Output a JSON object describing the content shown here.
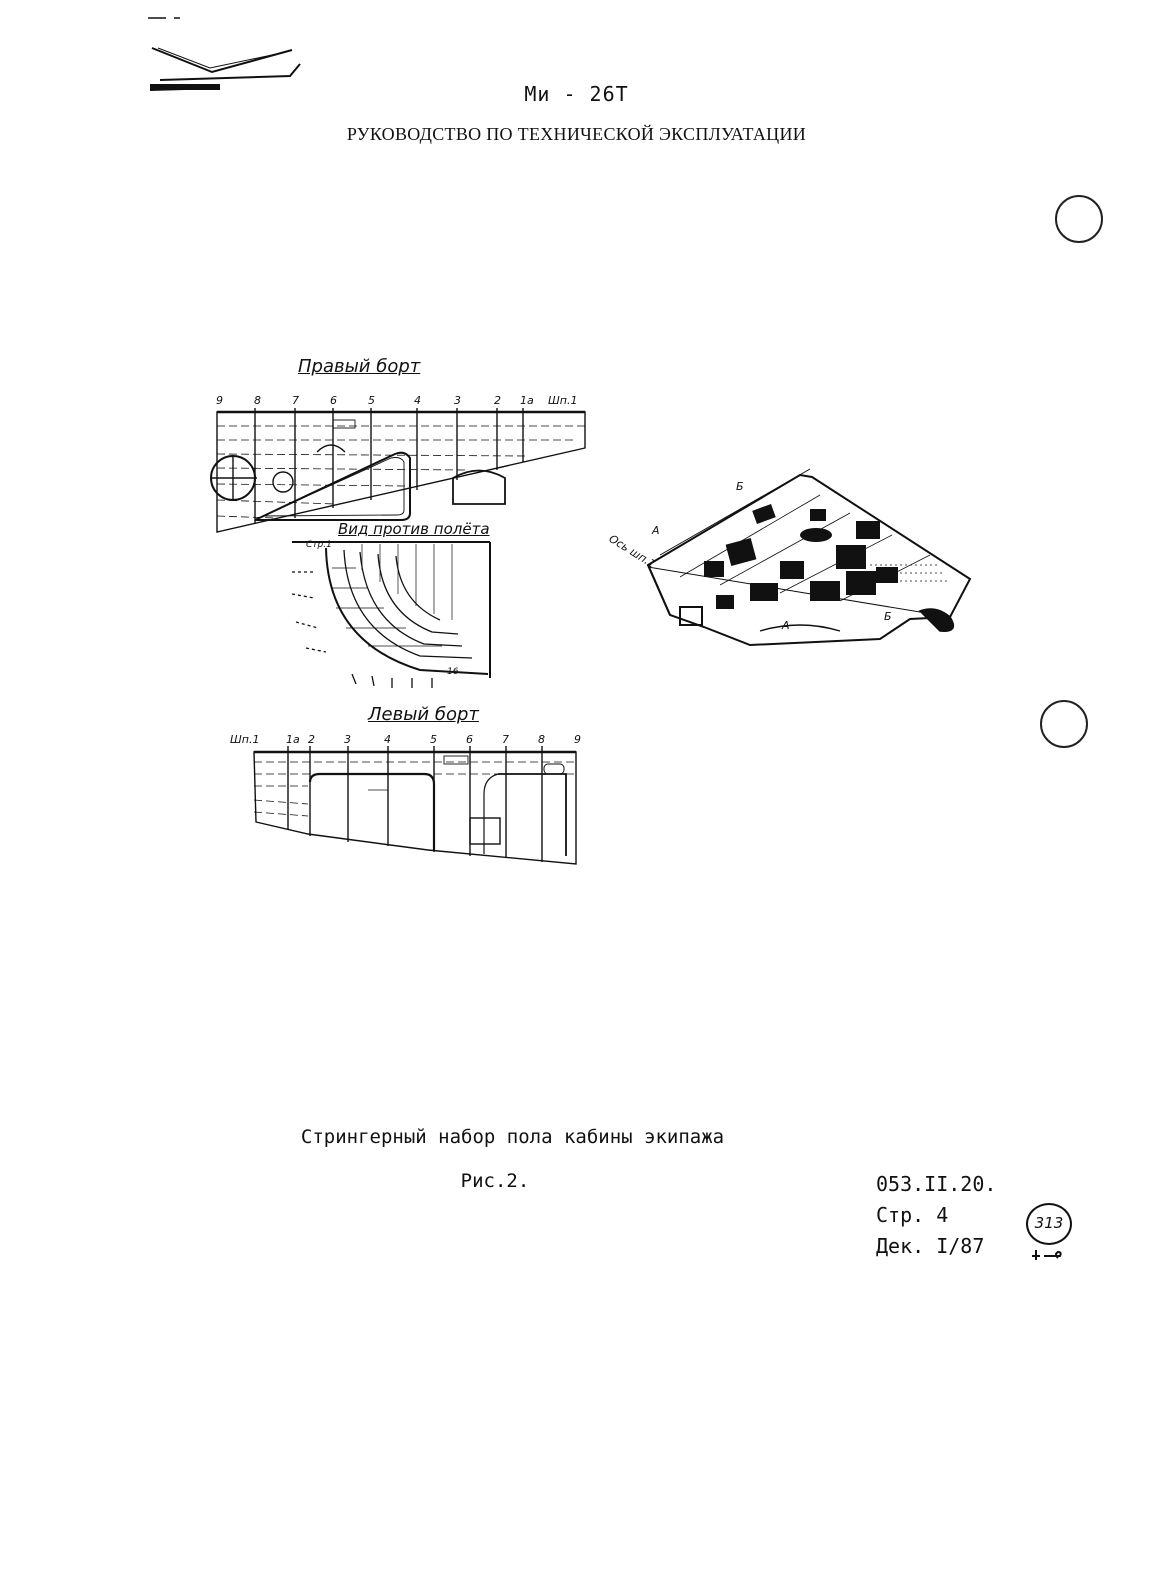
{
  "header": {
    "title": "Ми - 26Т",
    "subtitle": "РУКОВОДСТВО ПО ТЕХНИЧЕСКОЙ ЭКСПЛУАТАЦИИ"
  },
  "figure": {
    "right_side_label": "Правый борт",
    "front_view_label": "Вид против полёта",
    "left_side_label": "Левый борт",
    "right_frames": [
      "9",
      "8",
      "7",
      "6",
      "5",
      "4",
      "3",
      "2",
      "1а",
      "Шп.1"
    ],
    "left_frames": [
      "Шп.1",
      "1а",
      "2",
      "3",
      "4",
      "5",
      "6",
      "7",
      "8",
      "9"
    ],
    "front_view_tags": [
      "Стр.1",
      "16"
    ],
    "iso_tags": [
      "Ось шп.1",
      "А",
      "Б",
      "Б",
      "А"
    ]
  },
  "caption": {
    "text": "Стрингерный набор пола кабины экипажа",
    "figure_number": "Рис.2."
  },
  "reference": {
    "code": "053.II.20.",
    "page": "Стр. 4",
    "date": "Дек. I/87"
  },
  "stamp": {
    "text": "313"
  }
}
